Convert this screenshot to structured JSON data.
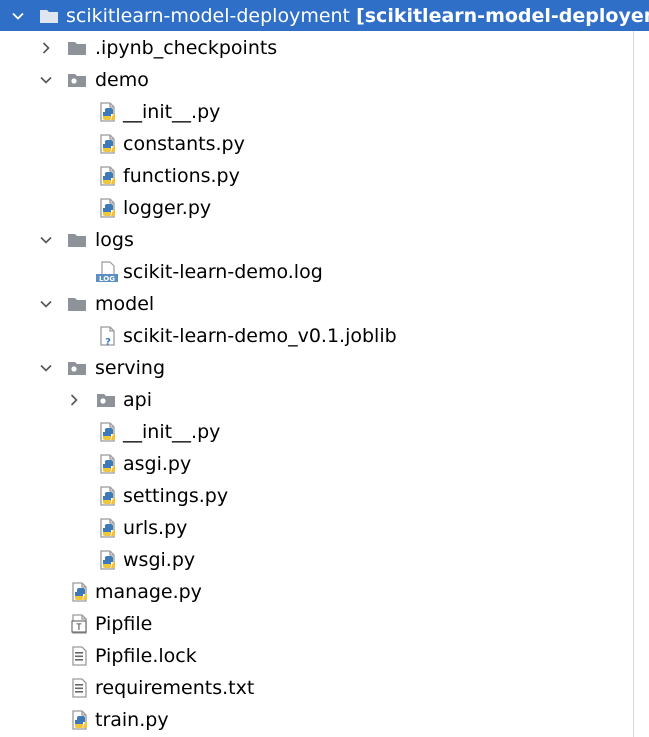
{
  "project": {
    "name": "scikitlearn-model-deployment",
    "module_tag": "[scikitlearn-model-deployement]"
  },
  "items": [
    {
      "name": ".ipynb_checkpoints",
      "kind": "folder",
      "expanded": false
    },
    {
      "name": "demo",
      "kind": "package",
      "expanded": true
    },
    {
      "name": "__init__.py",
      "kind": "python"
    },
    {
      "name": "constants.py",
      "kind": "python"
    },
    {
      "name": "functions.py",
      "kind": "python"
    },
    {
      "name": "logger.py",
      "kind": "python"
    },
    {
      "name": "logs",
      "kind": "folder",
      "expanded": true
    },
    {
      "name": "scikit-learn-demo.log",
      "kind": "log"
    },
    {
      "name": "model",
      "kind": "folder",
      "expanded": true
    },
    {
      "name": "scikit-learn-demo_v0.1.joblib",
      "kind": "unknown"
    },
    {
      "name": "serving",
      "kind": "package",
      "expanded": true
    },
    {
      "name": "api",
      "kind": "package",
      "expanded": false
    },
    {
      "name": "__init__.py",
      "kind": "python"
    },
    {
      "name": "asgi.py",
      "kind": "python"
    },
    {
      "name": "settings.py",
      "kind": "python"
    },
    {
      "name": "urls.py",
      "kind": "python"
    },
    {
      "name": "wsgi.py",
      "kind": "python"
    },
    {
      "name": "manage.py",
      "kind": "python"
    },
    {
      "name": "Pipfile",
      "kind": "template"
    },
    {
      "name": "Pipfile.lock",
      "kind": "text"
    },
    {
      "name": "requirements.txt",
      "kind": "text"
    },
    {
      "name": "train.py",
      "kind": "python"
    }
  ],
  "icons": {
    "log_badge": "LOG",
    "template_badge": "T",
    "unknown_badge": "?"
  },
  "colors": {
    "selection": "#2f6fc7",
    "folder": "#8e9399",
    "python_blue": "#3e7ab8",
    "python_yellow": "#f2c43a"
  }
}
